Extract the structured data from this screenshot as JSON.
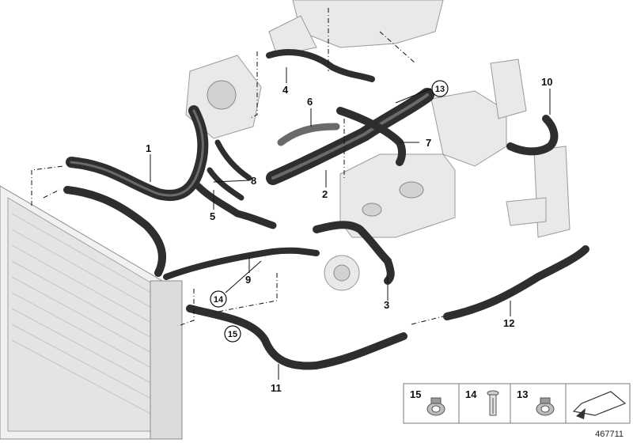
{
  "diagram": {
    "reference_number": "467711",
    "callouts": [
      {
        "id": "label-1",
        "text": "1"
      },
      {
        "id": "label-2",
        "text": "2"
      },
      {
        "id": "label-3",
        "text": "3"
      },
      {
        "id": "label-4",
        "text": "4"
      },
      {
        "id": "label-5",
        "text": "5"
      },
      {
        "id": "label-6",
        "text": "6"
      },
      {
        "id": "label-7",
        "text": "7"
      },
      {
        "id": "label-8",
        "text": "8"
      },
      {
        "id": "label-9",
        "text": "9"
      },
      {
        "id": "label-10",
        "text": "10"
      },
      {
        "id": "label-11",
        "text": "11"
      },
      {
        "id": "label-12",
        "text": "12"
      }
    ],
    "circled_callouts": [
      {
        "id": "label-13",
        "text": "13"
      },
      {
        "id": "label-14",
        "text": "14"
      },
      {
        "id": "label-15",
        "text": "15"
      }
    ],
    "legend": [
      {
        "number": "15",
        "icon": "hose-clamp-icon"
      },
      {
        "number": "14",
        "icon": "expanding-rivet-icon"
      },
      {
        "number": "13",
        "icon": "hose-clamp-icon"
      },
      {
        "number": "",
        "icon": "arrow-down-left-icon"
      }
    ],
    "colors": {
      "hose": "#2e2e2e",
      "component_fill": "#e9e9e9",
      "line": "#111111"
    }
  }
}
